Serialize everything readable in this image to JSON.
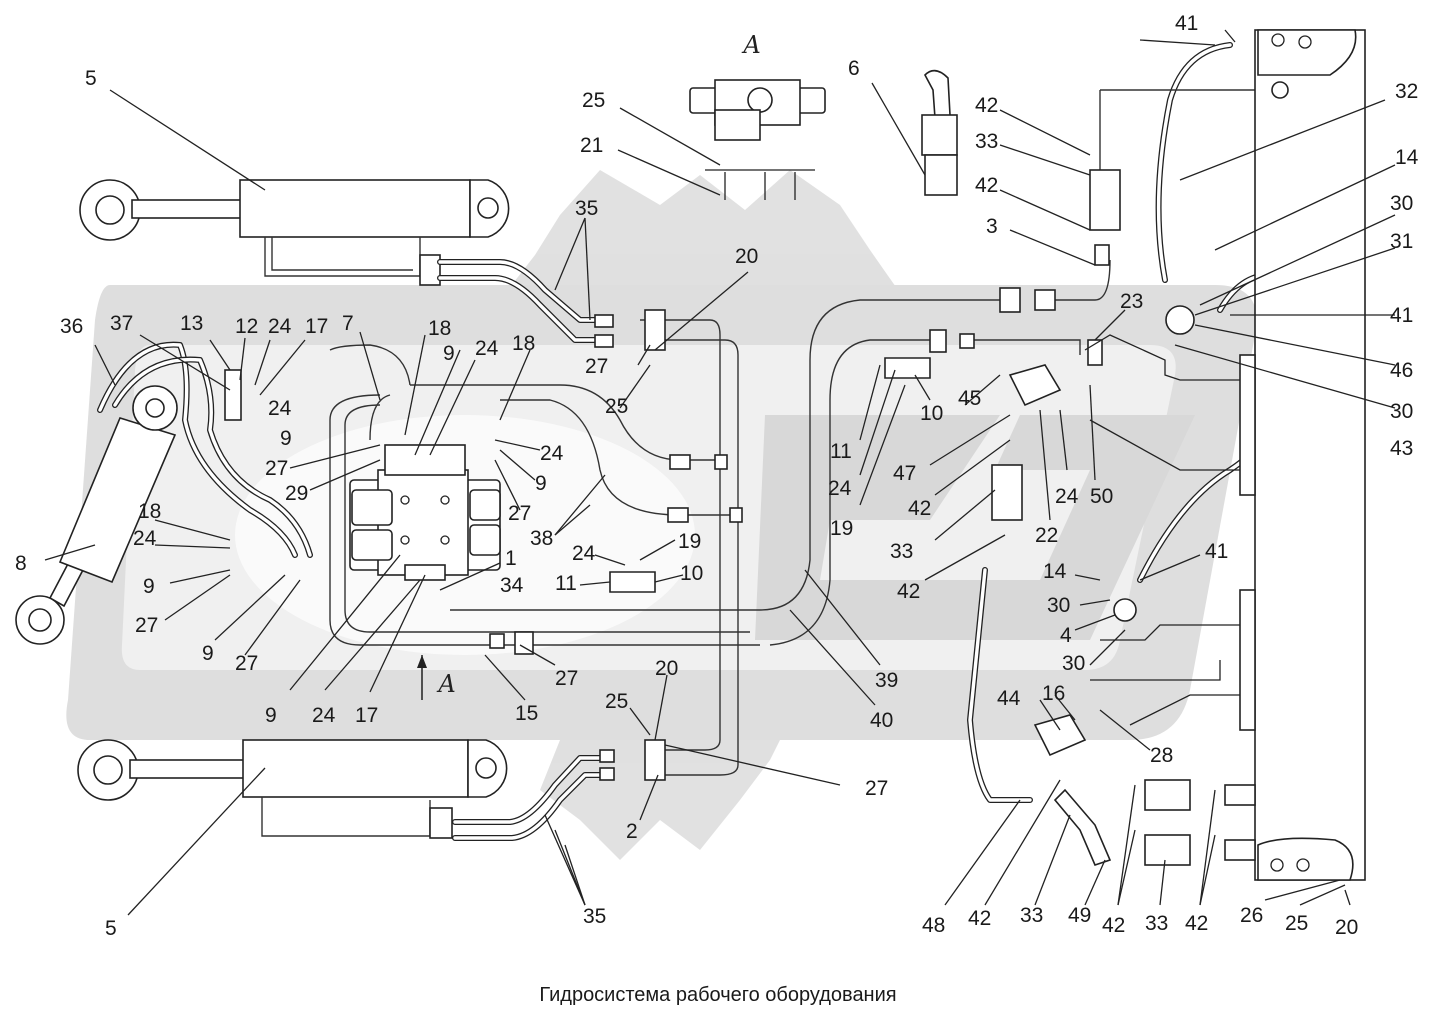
{
  "view_marker": "А",
  "caption": "Гидросистема рабочего оборудования",
  "callouts": [
    "1",
    "2",
    "3",
    "4",
    "5",
    "6",
    "7",
    "8",
    "9",
    "10",
    "11",
    "12",
    "13",
    "14",
    "15",
    "16",
    "17",
    "18",
    "19",
    "20",
    "21",
    "22",
    "23",
    "24",
    "25",
    "26",
    "27",
    "28",
    "29",
    "30",
    "31",
    "32",
    "33",
    "34",
    "35",
    "36",
    "37",
    "38",
    "39",
    "40",
    "41",
    "42",
    "43",
    "44",
    "45",
    "46",
    "47",
    "48",
    "49",
    "50"
  ]
}
